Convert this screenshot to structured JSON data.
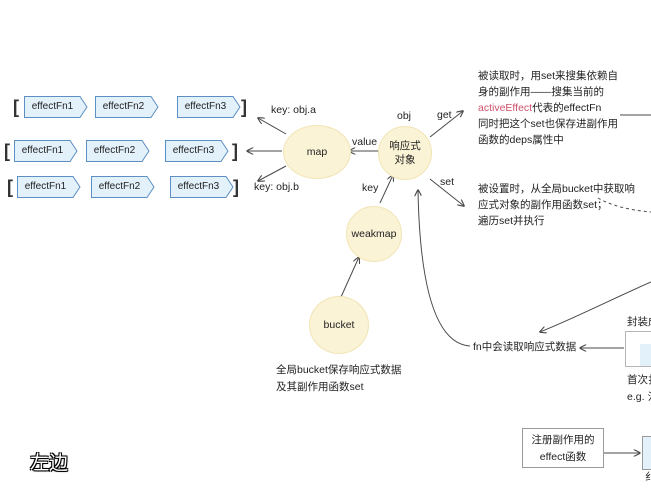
{
  "effect_rows": [
    [
      "effectFn1",
      "effectFn2",
      "effectFn3"
    ],
    [
      "effectFn1",
      "effectFn2",
      "effectFn3"
    ],
    [
      "effectFn1",
      "effectFn2",
      "effectFn3"
    ]
  ],
  "bracket_open": "[",
  "bracket_close": "]",
  "nodes": {
    "map": "map",
    "reactive_line1": "响应式",
    "reactive_line2": "对象",
    "weakmap": "weakmap",
    "bucket": "bucket"
  },
  "labels": {
    "key_a": "key: obj.a",
    "key_b": "key: obj.b",
    "value": "value",
    "obj": "obj",
    "key": "key",
    "get": "get",
    "set": "set",
    "fn_read": "fn中会读取响应式数据",
    "left_side": "左边"
  },
  "get_note": {
    "line1": "被读取时，用set来搜集依赖自",
    "line2": "身的副作用——搜集当前的",
    "line3_highlight": "activeEffect",
    "line3_rest": "代表的effectFn",
    "line4": "同时把这个set也保存进副作用",
    "line5": "函数的deps属性中"
  },
  "set_note": {
    "line1": "被设置时，从全局bucket中获取响",
    "line2": "应式对象的副作用函数set；",
    "line3": "遍历set并执行"
  },
  "bucket_note": {
    "line1": "全局bucket保存响应式数据",
    "line2": "及其副作用函数set"
  },
  "register_box": {
    "line1": "注册副作用的",
    "line2": "effect函数"
  },
  "cut_off": {
    "package": "封装成",
    "first": "首次扌",
    "eg": "e.g. 氵",
    "bottom": "纟"
  },
  "colors": {
    "tag_fill": "#e3f1fb",
    "tag_stroke": "#5c8fc4",
    "node_fill": "#fbf3d6",
    "arrow": "#4a4a4a",
    "highlight": "#d0506a"
  }
}
